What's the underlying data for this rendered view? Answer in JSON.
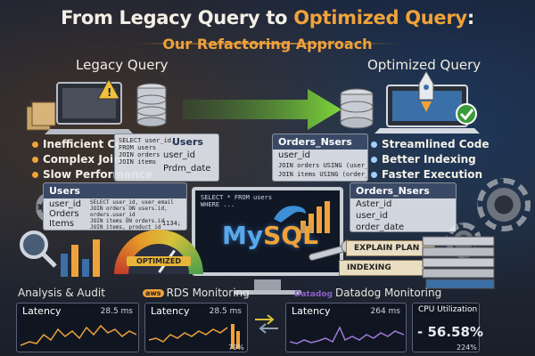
{
  "header": {
    "title_a": "From Legacy Query to ",
    "title_b": "Optimized Query",
    "title_c": ":",
    "subtitle": "Our Refactoring Approach"
  },
  "legacy": {
    "title": "Legacy Query",
    "bullets": [
      "Inefficient Code",
      "Complex Joins",
      "Slow Performance"
    ]
  },
  "optimized": {
    "title": "Optimized Query",
    "bullets": [
      "Streamlined Code",
      "Better Indexing",
      "Faster Execution"
    ]
  },
  "cards": {
    "users_top": {
      "header": "Users",
      "rows": [
        "SELECT user_id,",
        "FROM users",
        "JOIN orders",
        "JOIN items"
      ],
      "fields": [
        "user_id",
        "Prdm_date"
      ]
    },
    "orders_top": {
      "header": "Orders_Nsers",
      "fields": [
        "user_id"
      ],
      "rows": [
        "JOIN orders USING (user_id)",
        "JOIN items USING (order_id)"
      ]
    },
    "users_left": {
      "header": "Users",
      "rows": [
        "SELECT user_id, user_email",
        "JOIN orders ON users.id, orders.user_id",
        "JOIN items ON orders.id",
        "JOIN items, product_id"
      ],
      "fields": [
        "user_id",
        "Orders",
        "Items"
      ],
      "extra": "1134;"
    },
    "orders_right": {
      "header": "Orders_Nsers",
      "fields": [
        "Aster_id",
        "user_id",
        "order_date"
      ]
    }
  },
  "monitor": {
    "code_1": "SELECT * FROM users",
    "code_2": "WHERE ...",
    "logo_my": "My",
    "logo_sql": "SQL"
  },
  "stack": {
    "explain": "EXPLAIN PLAN",
    "indexing": "INDEXING"
  },
  "gauge": {
    "label": "OPTIMIZED"
  },
  "sections": {
    "analysis": "Analysis & Audit",
    "aws_badge": "aws",
    "rds": "RDS Monitoring",
    "dd_badge": "Datadog",
    "datadog": "Datadog Monitoring"
  },
  "metrics": {
    "latency_1": {
      "label": "Latency",
      "value": "28.5 ms"
    },
    "latency_2": {
      "label": "Latency",
      "value": "28.5 ms",
      "pct": "79%"
    },
    "latency_3": {
      "label": "Latency",
      "value": "264 ms"
    },
    "cpu": {
      "label": "CPU Utilization",
      "value": "- 56.58%",
      "pct": "224%"
    }
  },
  "colors": {
    "accent": "#f0a23a",
    "arrow": "#6fbf3a",
    "mysql": "#3d8fd6"
  }
}
